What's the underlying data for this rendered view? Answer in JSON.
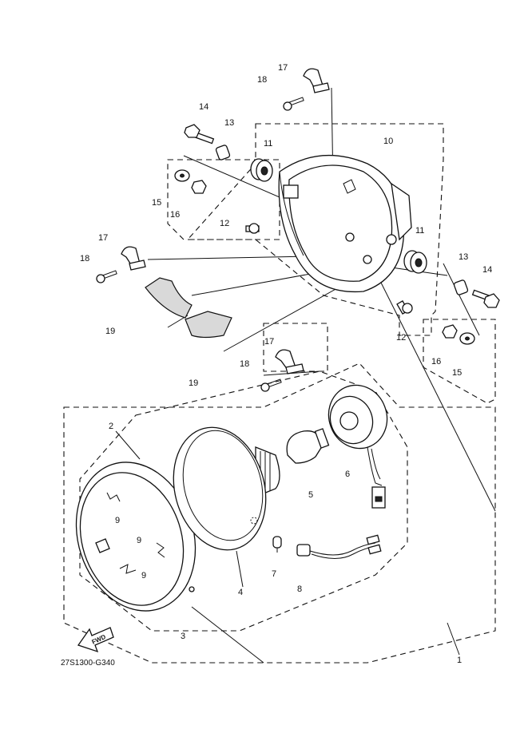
{
  "diagram": {
    "code": "27S1300-G340",
    "fwd_label": "FWD",
    "callouts": {
      "c1": "1",
      "c2": "2",
      "c3": "3",
      "c4": "4",
      "c5": "5",
      "c6": "6",
      "c7": "7",
      "c8": "8",
      "c9a": "9",
      "c9b": "9",
      "c9c": "9",
      "c10": "10",
      "c11a": "11",
      "c11b": "11",
      "c12a": "12",
      "c12b": "12",
      "c13a": "13",
      "c13b": "13",
      "c14a": "14",
      "c14b": "14",
      "c15a": "15",
      "c15b": "15",
      "c16a": "16",
      "c16b": "16",
      "c17a": "17",
      "c17b": "17",
      "c17c": "17",
      "c18a": "18",
      "c18b": "18",
      "c18c": "18",
      "c19a": "19",
      "c19b": "19"
    }
  }
}
